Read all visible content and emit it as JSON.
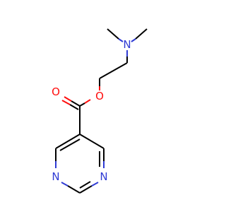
{
  "molecule": {
    "atoms": {
      "amine_n": "N",
      "ester_o": "O",
      "carbonyl_o": "O",
      "ring_n_left": "N",
      "ring_n_right": "N"
    },
    "colors": {
      "carbon_bond": "#000000",
      "oxygen": "#ff0d0d",
      "nitrogen": "#2f3bd4",
      "background": "#ffffff"
    }
  }
}
